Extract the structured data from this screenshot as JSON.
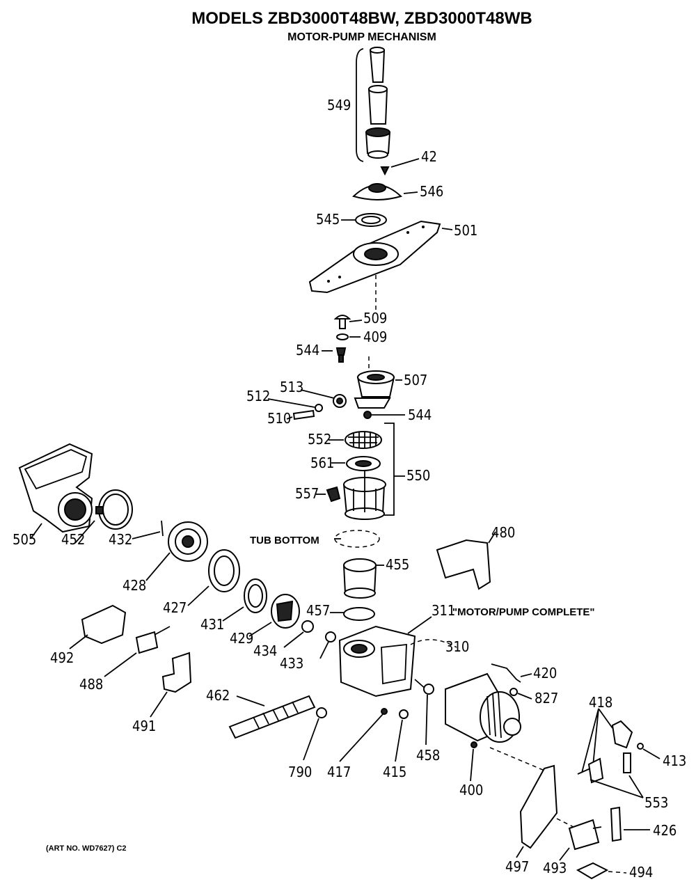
{
  "title": "MODELS ZBD3000T48BW, ZBD3000T48WB",
  "subtitle": "MOTOR-PUMP MECHANISM",
  "tub_bottom_label": "TUB BOTTOM",
  "motor_pump_complete_label": "\"MOTOR/PUMP COMPLETE\"",
  "art_no": "(ART NO. WD7627) C2",
  "callouts": {
    "p549": "549",
    "p42": "42",
    "p546": "546",
    "p545": "545",
    "p501": "501",
    "p509": "509",
    "p409": "409",
    "p544a": "544",
    "p507": "507",
    "p513": "513",
    "p512": "512",
    "p510": "510",
    "p544b": "544",
    "p552": "552",
    "p561": "561",
    "p550": "550",
    "p557": "557",
    "p505": "505",
    "p452": "452",
    "p432": "432",
    "p428": "428",
    "p480": "480",
    "p455": "455",
    "p427": "427",
    "p431": "431",
    "p429": "429",
    "p457": "457",
    "p311": "311",
    "p434": "434",
    "p433": "433",
    "p310": "310",
    "p492": "492",
    "p488": "488",
    "p420": "420",
    "p827": "827",
    "p462": "462",
    "p418": "418",
    "p491": "491",
    "p413": "413",
    "p790": "790",
    "p417": "417",
    "p415": "415",
    "p458": "458",
    "p400": "400",
    "p553": "553",
    "p426": "426",
    "p497": "497",
    "p493": "493",
    "p494": "494"
  }
}
